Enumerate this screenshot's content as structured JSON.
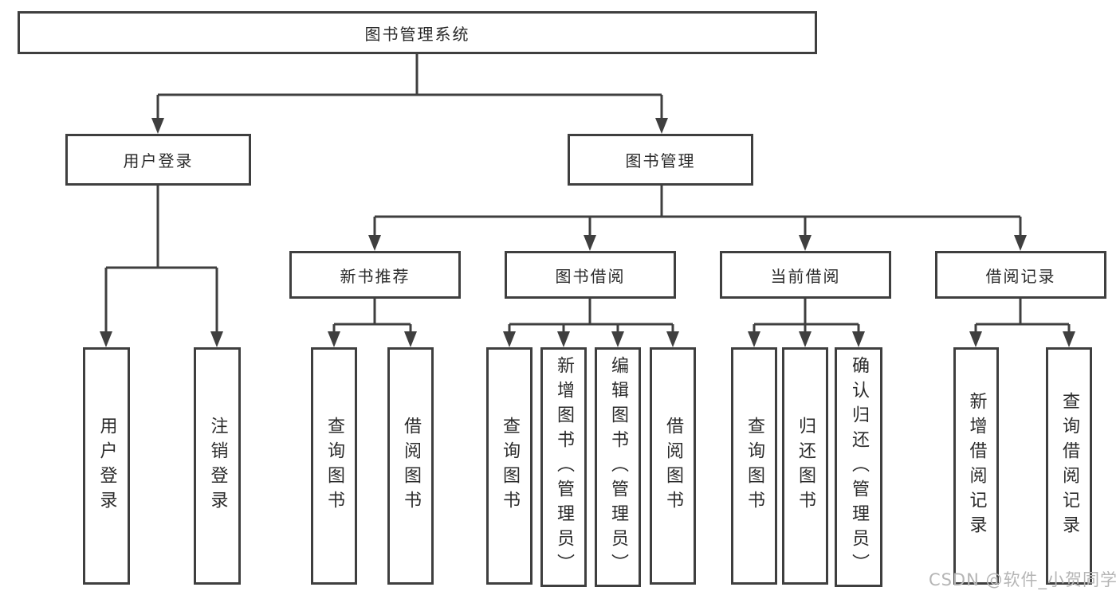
{
  "colors": {
    "line": "#3f3f3f",
    "text": "#2b2b2b",
    "background": "#ffffff",
    "watermark": "#b5b5b5"
  },
  "watermark": {
    "text": "CSDN @软件_小贺同学"
  },
  "tree": {
    "root": {
      "label": "图书管理系统",
      "children": [
        {
          "label": "用户登录",
          "children": [
            {
              "label": "用户登录"
            },
            {
              "label": "注销登录"
            }
          ]
        },
        {
          "label": "图书管理",
          "children": [
            {
              "label": "新书推荐",
              "children": [
                {
                  "label": "查询图书"
                },
                {
                  "label": "借阅图书"
                }
              ]
            },
            {
              "label": "图书借阅",
              "children": [
                {
                  "label": "查询图书"
                },
                {
                  "label": "新增图书（管理员）"
                },
                {
                  "label": "编辑图书（管理员）"
                },
                {
                  "label": "借阅图书"
                }
              ]
            },
            {
              "label": "当前借阅",
              "children": [
                {
                  "label": "查询图书"
                },
                {
                  "label": "归还图书"
                },
                {
                  "label": "确认归还（管理员）"
                }
              ]
            },
            {
              "label": "借阅记录",
              "children": [
                {
                  "label": "新增借阅记录"
                },
                {
                  "label": "查询借阅记录"
                }
              ]
            }
          ]
        }
      ]
    }
  }
}
